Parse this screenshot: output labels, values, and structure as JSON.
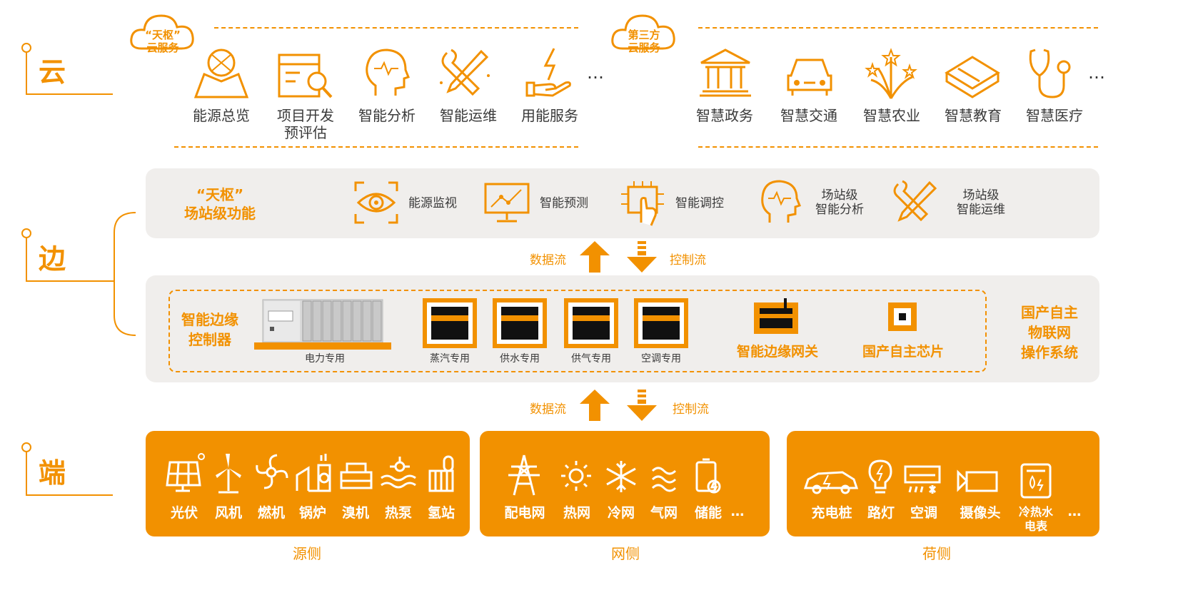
{
  "layers": {
    "cloud": "云",
    "edge": "边",
    "end": "端"
  },
  "cloud": {
    "left_badge": [
      "“天枢”",
      "云服务"
    ],
    "right_badge": [
      "第三方",
      "云服务"
    ],
    "left_items": [
      "能源总览",
      "项目开发\n预评估",
      "智能分析",
      "智能运维",
      "用能服务"
    ],
    "right_items": [
      "智慧政务",
      "智慧交通",
      "智慧农业",
      "智慧教育",
      "智慧医疗"
    ],
    "ellipsis": "…"
  },
  "edge": {
    "station_title": [
      "“天枢”",
      "场站级功能"
    ],
    "station_items": [
      "能源监视",
      "智能预测",
      "智能调控",
      "场站级\n智能分析",
      "场站级\n智能运维"
    ],
    "flow_data": "数据流",
    "flow_control": "控制流",
    "controller_title": [
      "智能边缘",
      "控制器"
    ],
    "controller_caption": "电力专用",
    "devices": [
      "蒸汽专用",
      "供水专用",
      "供气专用",
      "空调专用"
    ],
    "gateway": "智能边缘网关",
    "chip": "国产自主芯片",
    "os": [
      "国产自主",
      "物联网",
      "操作系统"
    ]
  },
  "end": {
    "source": {
      "items": [
        "光伏",
        "风机",
        "燃机",
        "锅炉",
        "溴机",
        "热泵",
        "氢站"
      ],
      "caption": "源侧"
    },
    "grid": {
      "items": [
        "配电网",
        "热网",
        "冷网",
        "气网",
        "储能"
      ],
      "more": "…",
      "caption": "网侧"
    },
    "load": {
      "items": [
        "充电桩",
        "路灯",
        "空调",
        "摄像头",
        "冷热水\n电表"
      ],
      "more": "…",
      "caption": "荷侧"
    }
  },
  "colors": {
    "accent": "#f29100",
    "panel": "#f0eeec",
    "text": "#3a3a3a"
  }
}
